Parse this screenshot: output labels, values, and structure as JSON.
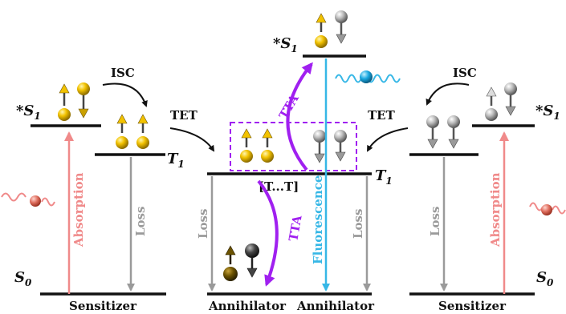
{
  "colors": {
    "absorption": "#f08a8a",
    "loss": "#9a9a9a",
    "fluorescence": "#36b7e6",
    "tta": "#a020f0",
    "gold": "#f2c200",
    "silver": "#b8b8b8",
    "dark_gold": "#5a4400",
    "dark_silver": "#333333"
  },
  "left": {
    "s1_state": "*S",
    "s1_sub": "1",
    "isc": "ISC",
    "tet": "TET",
    "t1_state": "T",
    "t1_sub": "1",
    "s0_state": "S",
    "s0_sub": "0",
    "absorption": "Absorption",
    "loss": "Loss",
    "caption": "Sensitizer"
  },
  "center": {
    "s1_state": "*S",
    "s1_sub": "1",
    "tta_top": "TTA",
    "tta_bottom": "TTA",
    "pair_label": "[T...T]",
    "t1_state": "T",
    "t1_sub": "1",
    "loss_left": "Loss",
    "loss_right": "Loss",
    "fluorescence": "Fluorescence",
    "caption_left": "Annihilator",
    "caption_right": "Annihilator"
  },
  "right": {
    "s1_state": "*S",
    "s1_sub": "1",
    "isc": "ISC",
    "tet": "TET",
    "s0_state": "S",
    "s0_sub": "0",
    "absorption": "Absorption",
    "loss": "Loss",
    "caption": "Sensitizer"
  }
}
